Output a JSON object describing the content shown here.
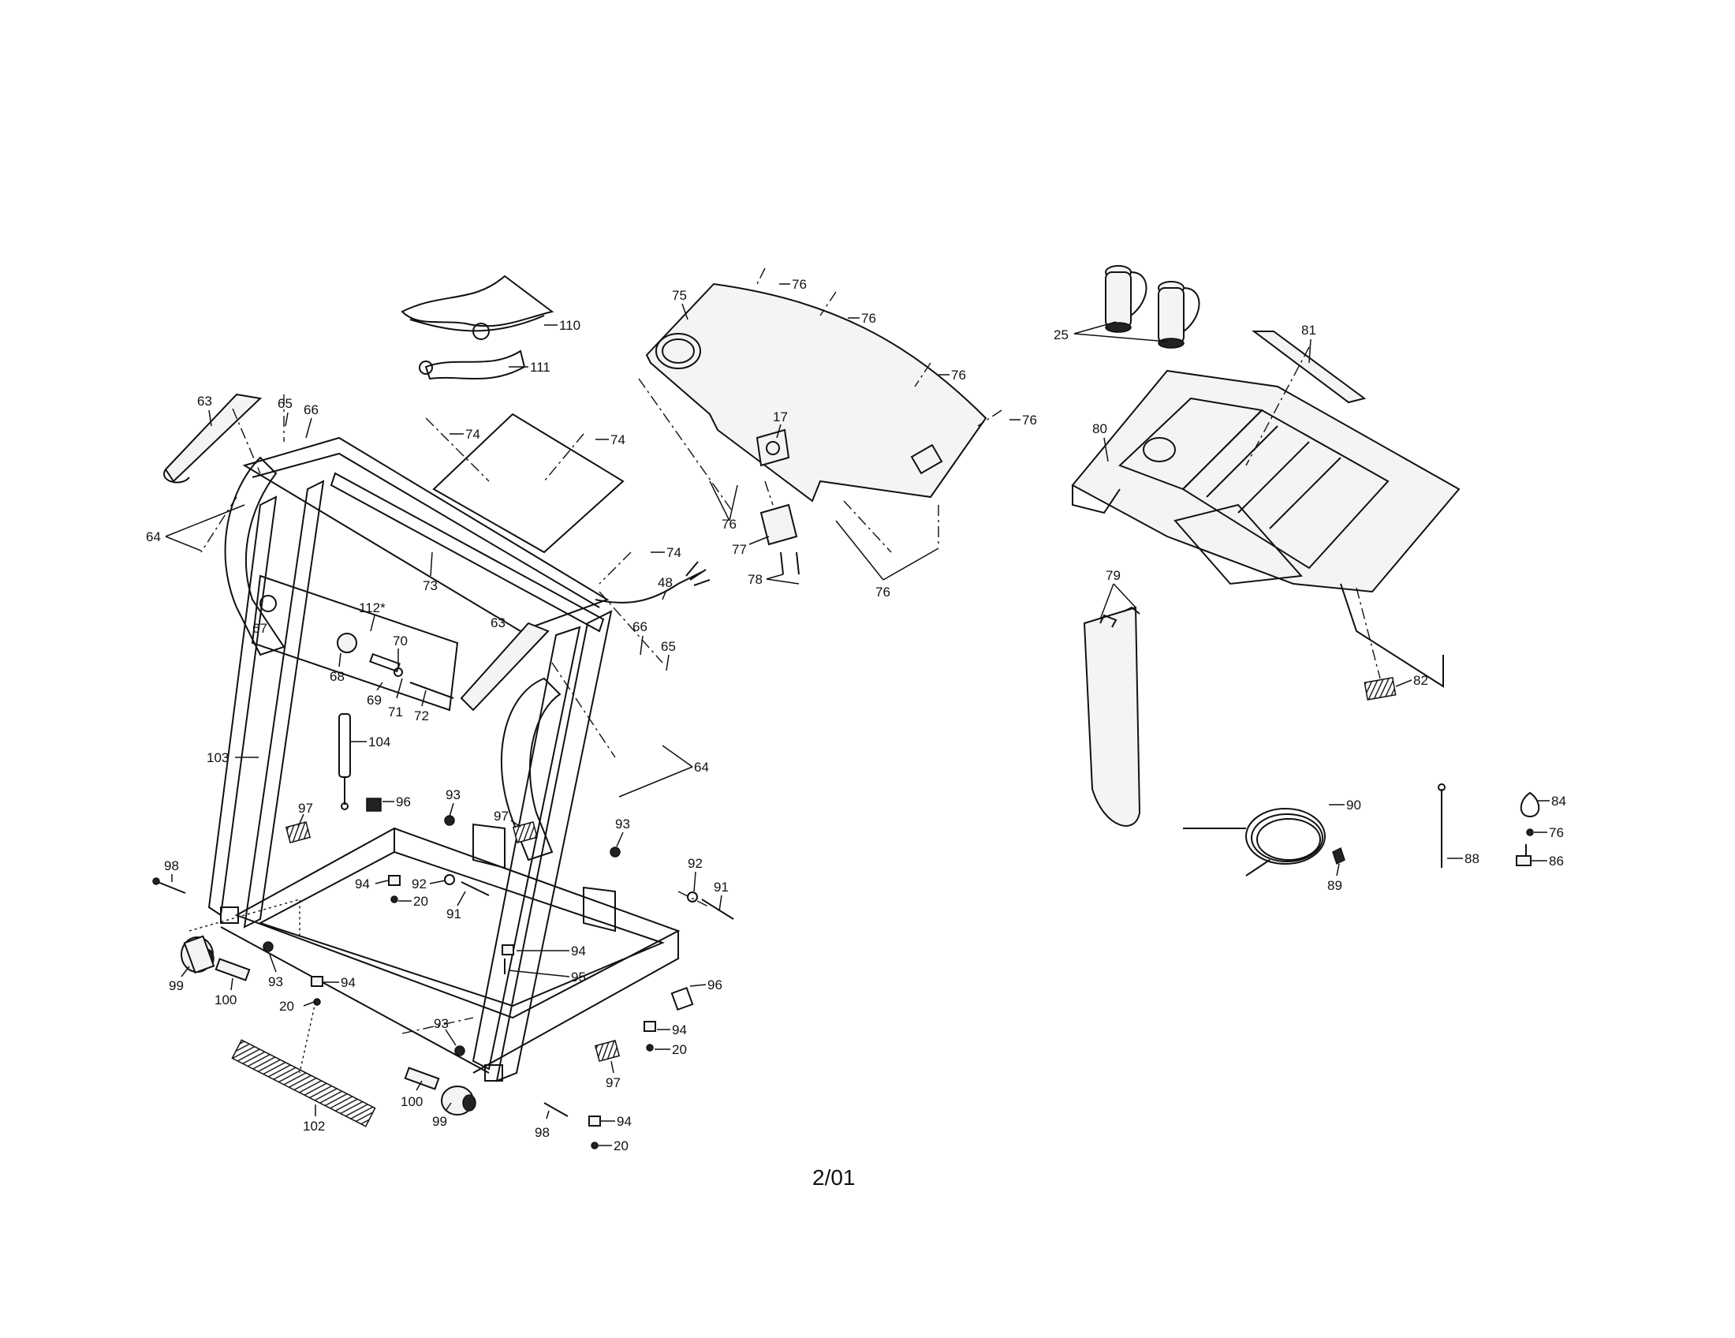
{
  "footer": {
    "date_code": "2/01"
  },
  "labels": {
    "l110": "110",
    "l111": "111",
    "l63a": "63",
    "l65a": "65",
    "l66a": "66",
    "l64a": "64",
    "l74a": "74",
    "l74b": "74",
    "l74c": "74",
    "l73": "73",
    "l48": "48",
    "l112": "112*",
    "l67": "67",
    "l68": "68",
    "l69": "69",
    "l70": "70",
    "l71": "71",
    "l72": "72",
    "l63b": "63",
    "l66b": "66",
    "l65b": "65",
    "l64b": "64",
    "l103": "103",
    "l104": "104",
    "l75": "75",
    "l76a": "76",
    "l76b": "76",
    "l76c": "76",
    "l76d": "76",
    "l17": "17",
    "l76e": "76",
    "l77": "77",
    "l78": "78",
    "l76f": "76",
    "l25": "25",
    "l81": "81",
    "l80": "80",
    "l79": "79",
    "l82": "82",
    "l90": "90",
    "l84": "84",
    "l76g": "76",
    "l86": "86",
    "l88": "88",
    "l89": "89",
    "l97a": "97",
    "l96a": "96",
    "l93a": "93",
    "l97b": "97",
    "l93b": "93",
    "l98a": "98",
    "l94a": "94",
    "l92a": "92",
    "l20a": "20",
    "l91a": "91",
    "l92b": "92",
    "l91b": "91",
    "l99a": "99",
    "l100a": "100",
    "l93c": "93",
    "l94b": "94",
    "l20b": "20",
    "l94c": "94",
    "l95": "95",
    "l96b": "96",
    "l93d": "93",
    "l94d": "94",
    "l20c": "20",
    "l97c": "97",
    "l102": "102",
    "l100b": "100",
    "l99b": "99",
    "l98b": "98",
    "l94e": "94",
    "l20d": "20"
  }
}
